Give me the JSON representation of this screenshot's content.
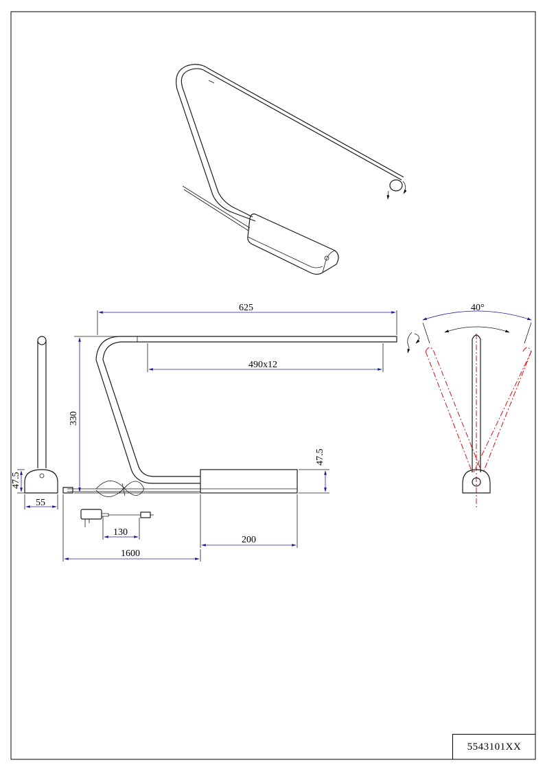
{
  "dimensions": {
    "arm_length": "625",
    "led_strip": "490x12",
    "height": "330",
    "base_height_right": "47.5",
    "base_height_left": "47.5",
    "base_width": "55",
    "base_length": "200",
    "adapter_length": "130",
    "cable_length": "1600",
    "rotation_angle": "40°"
  },
  "title_block": {
    "code": "5543101XX"
  },
  "colors": {
    "line": "#1a1a1a",
    "dimension": "#1a1aa0",
    "swing_path": "#d01010"
  }
}
